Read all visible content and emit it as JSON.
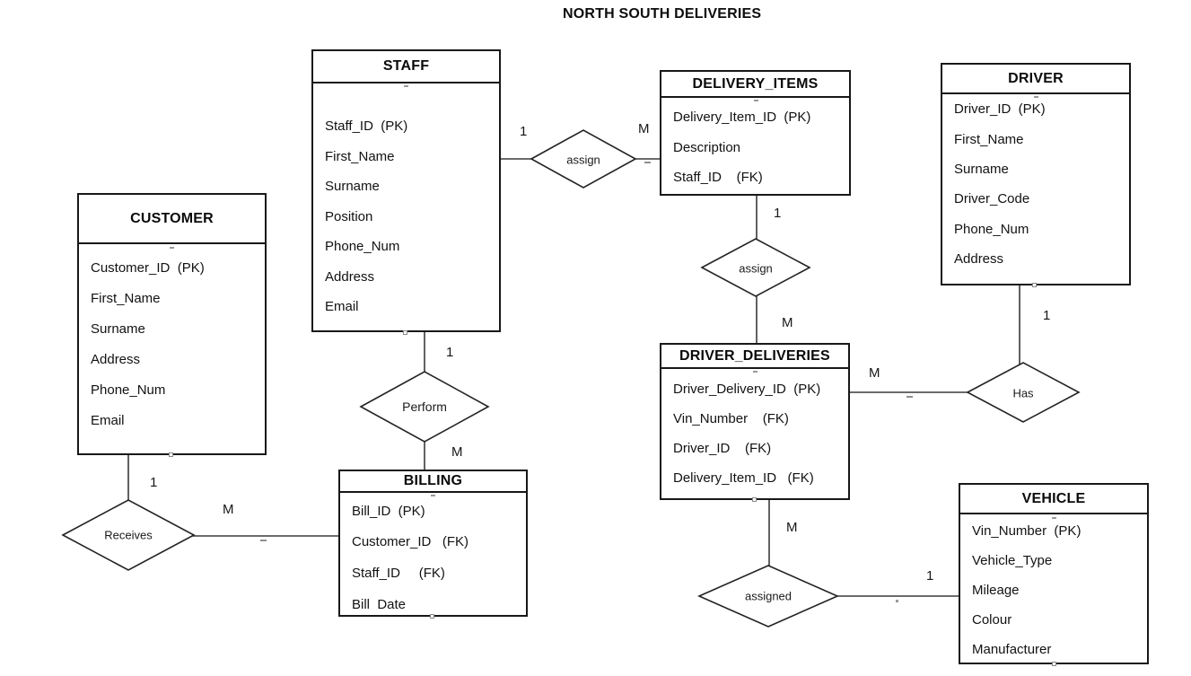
{
  "title": "NORTH SOUTH DELIVERIES",
  "entities": [
    {
      "name": "CUSTOMER",
      "attributes": [
        "Customer_ID  (PK)",
        "First_Name",
        "Surname",
        "Address",
        "Phone_Num",
        "Email"
      ]
    },
    {
      "name": "STAFF",
      "attributes": [
        "Staff_ID  (PK)",
        "First_Name",
        "Surname",
        "Position",
        "Phone_Num",
        "Address",
        "Email"
      ]
    },
    {
      "name": "DELIVERY_ITEMS",
      "attributes": [
        "Delivery_Item_ID  (PK)",
        "Description",
        "Staff_ID    (FK)"
      ]
    },
    {
      "name": "DRIVER",
      "attributes": [
        "Driver_ID  (PK)",
        "First_Name",
        "Surname",
        "Driver_Code",
        "Phone_Num",
        "Address"
      ]
    },
    {
      "name": "DRIVER_DELIVERIES",
      "attributes": [
        "Driver_Delivery_ID  (PK)",
        "Vin_Number    (FK)",
        "Driver_ID    (FK)",
        "Delivery_Item_ID   (FK)"
      ]
    },
    {
      "name": "BILLING",
      "attributes": [
        "Bill_ID  (PK)",
        "Customer_ID   (FK)",
        "Staff_ID     (FK)",
        "Bill  Date"
      ]
    },
    {
      "name": "VEHICLE",
      "attributes": [
        "Vin_Number  (PK)",
        "Vehicle_Type",
        "Mileage",
        "Colour",
        "Manufacturer"
      ]
    }
  ],
  "relationships": [
    {
      "label": "assign",
      "from": "STAFF",
      "to": "DELIVERY_ITEMS",
      "from_cardinality": "1",
      "to_cardinality": "M"
    },
    {
      "label": "assign",
      "from": "DELIVERY_ITEMS",
      "to": "DRIVER_DELIVERIES",
      "from_cardinality": "1",
      "to_cardinality": "M"
    },
    {
      "label": "Perform",
      "from": "STAFF",
      "to": "BILLING",
      "from_cardinality": "1",
      "to_cardinality": "M"
    },
    {
      "label": "Receives",
      "from": "CUSTOMER",
      "to": "BILLING",
      "from_cardinality": "1",
      "to_cardinality": "M"
    },
    {
      "label": "Has",
      "from": "DRIVER",
      "to": "DRIVER_DELIVERIES",
      "from_cardinality": "1",
      "to_cardinality": "M"
    },
    {
      "label": "assigned",
      "from": "DRIVER_DELIVERIES",
      "to": "VEHICLE",
      "from_cardinality": "M",
      "to_cardinality": "1"
    }
  ]
}
